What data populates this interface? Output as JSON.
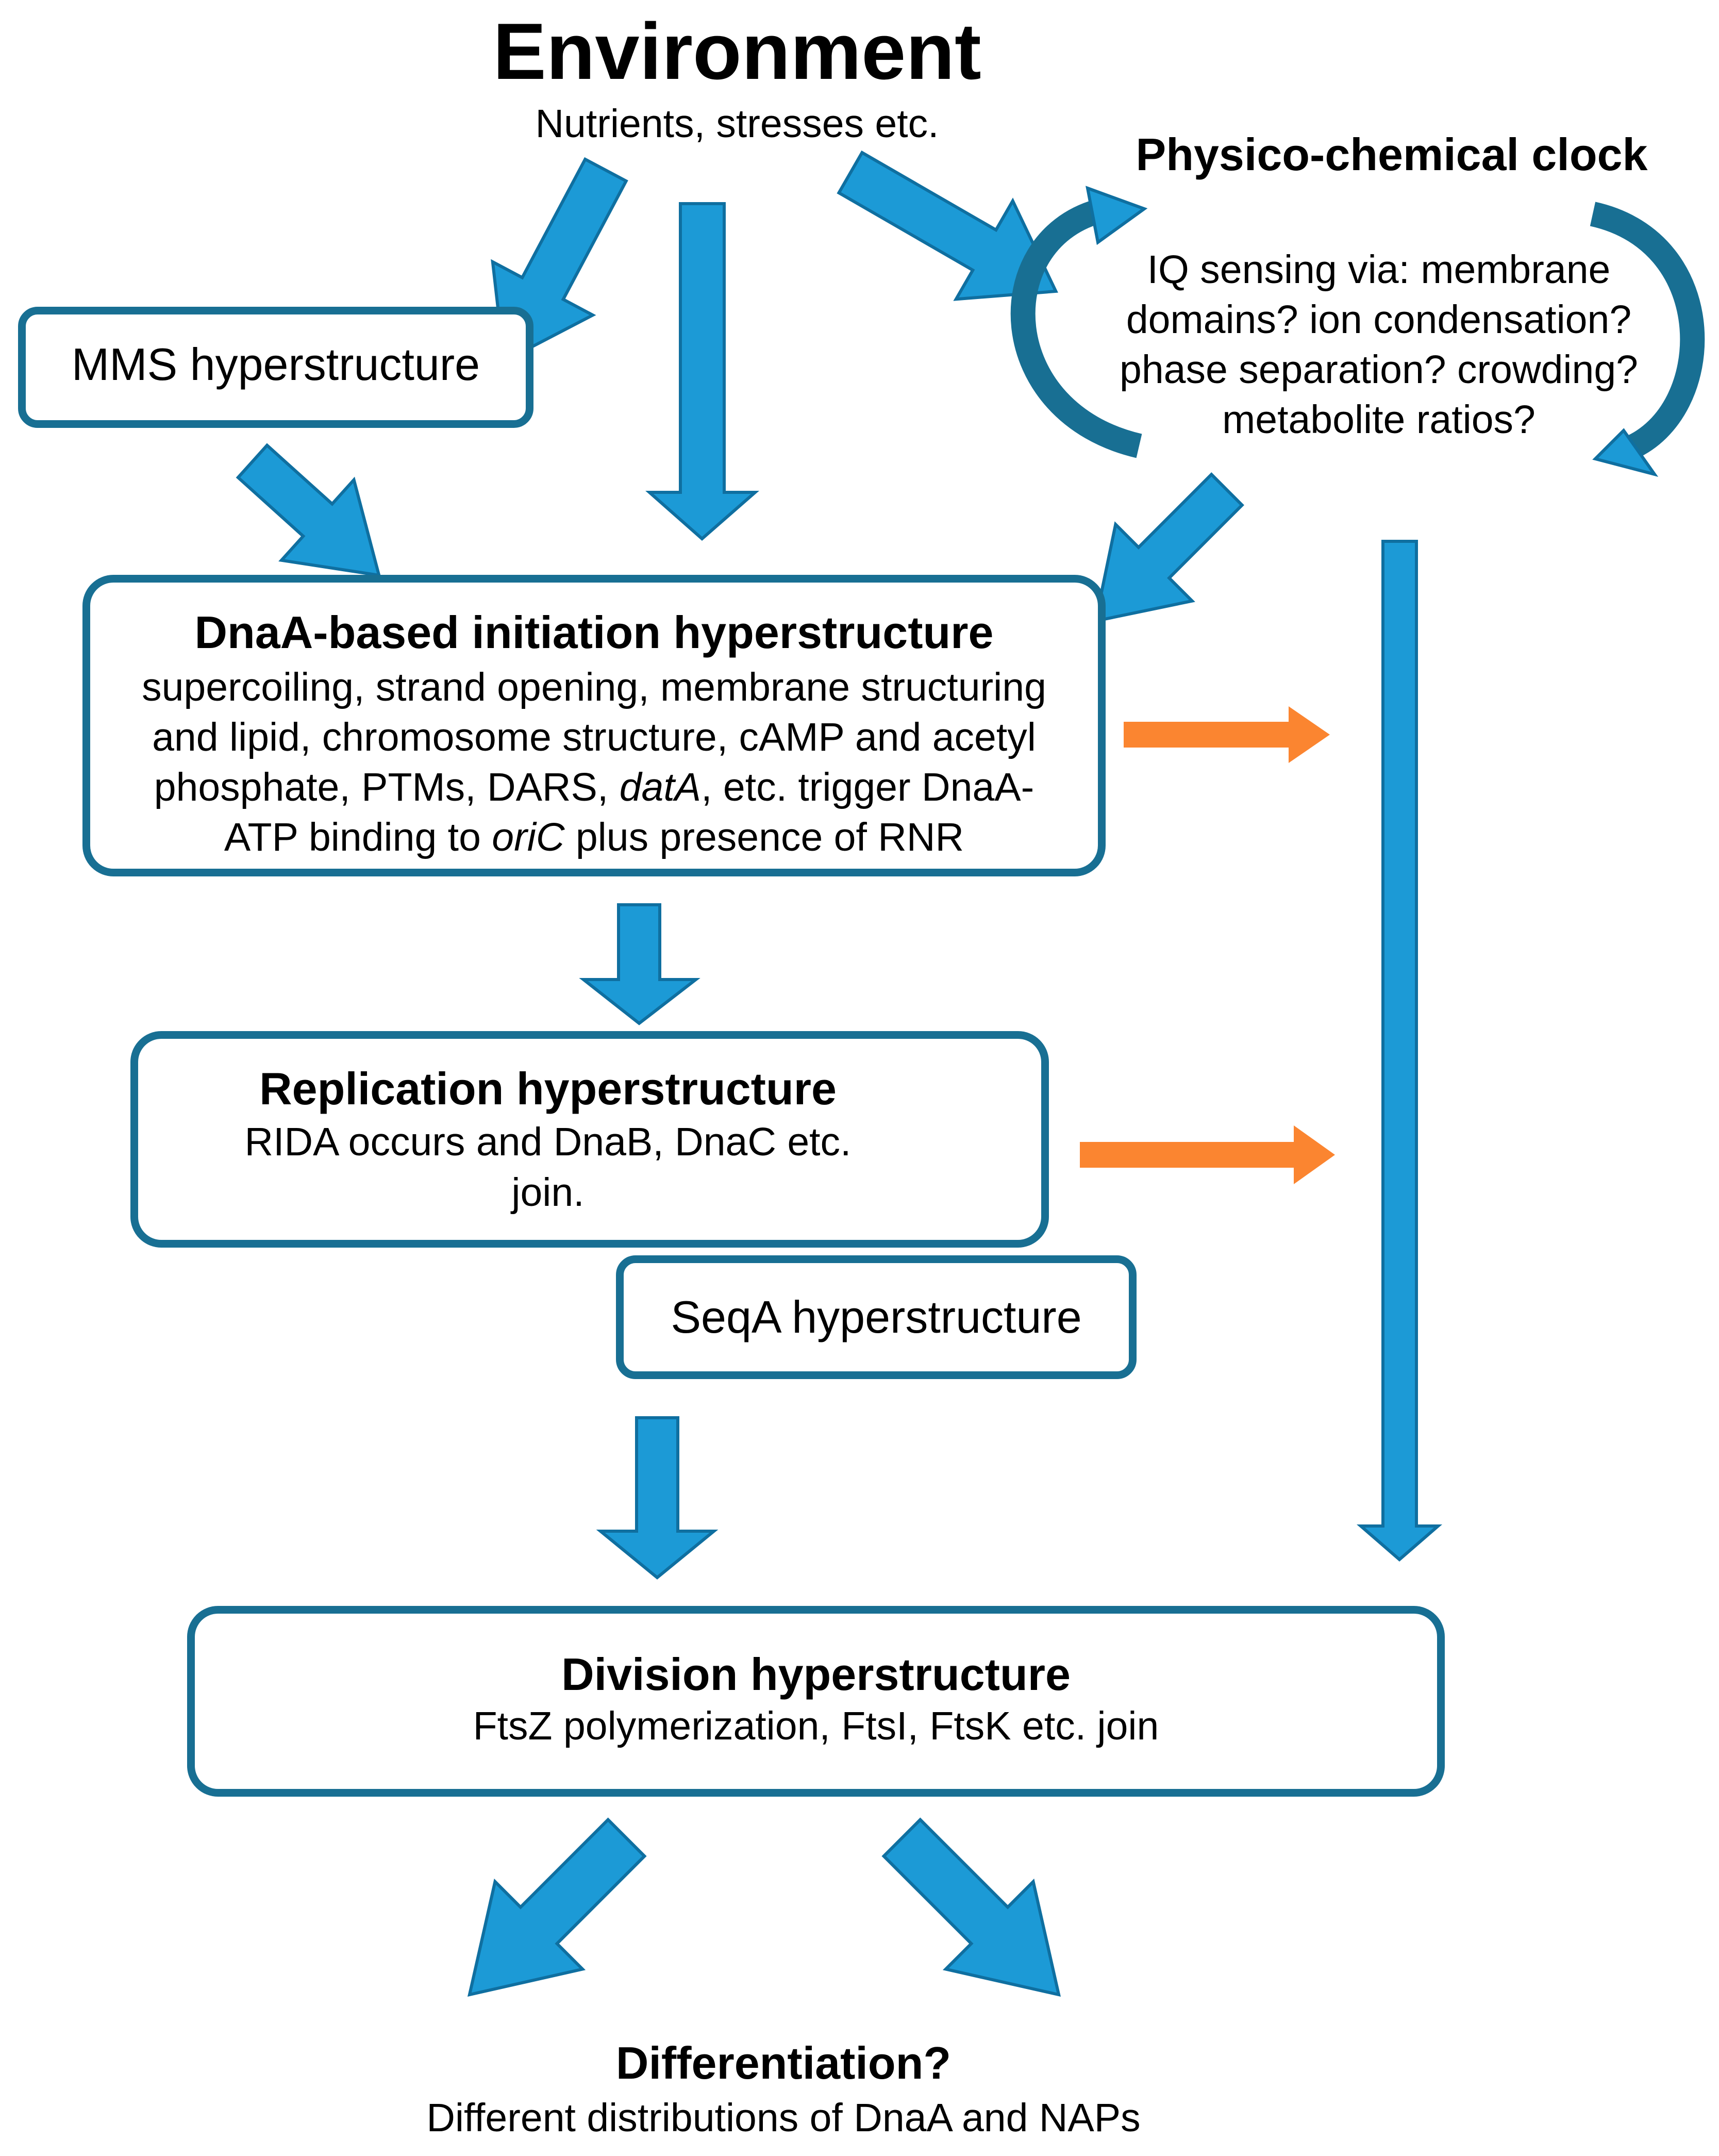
{
  "environment": {
    "title": "Environment",
    "subtitle": "Nutrients, stresses etc."
  },
  "clock": {
    "title": "Physico-chemical clock",
    "lines": [
      "IQ sensing via: membrane",
      "domains? ion condensation?",
      "phase separation? crowding?",
      "metabolite ratios?"
    ]
  },
  "mms": {
    "label": "MMS hyperstructure"
  },
  "initiation": {
    "title": "DnaA-based initiation hyperstructure",
    "line1": "supercoiling, strand opening, membrane structuring",
    "line2": "and lipid, chromosome structure, cAMP and acetyl",
    "line3_a": "phosphate,  PTMs, DARS, ",
    "line3_i": "datA",
    "line3_b": ", etc. trigger DnaA-",
    "line4_a": "ATP binding to ",
    "line4_i": "oriC",
    "line4_b": " plus presence of RNR"
  },
  "replication": {
    "title": "Replication hyperstructure",
    "line1": "RIDA occurs and DnaB, DnaC etc.",
    "line2": "join."
  },
  "seqa": {
    "label": "SeqA hyperstructure"
  },
  "division": {
    "title": "Division hyperstructure",
    "line1": "FtsZ polymerization, FtsI, FtsK etc. join"
  },
  "differentiation": {
    "title": "Differentiation?",
    "line1": "Different distributions of DnaA and NAPs"
  },
  "colors": {
    "blue_arrow": "#1c9ad6",
    "arrow_edge": "#0f6fa0",
    "orange_arrow": "#fb8530",
    "box_border": "#186f93"
  }
}
